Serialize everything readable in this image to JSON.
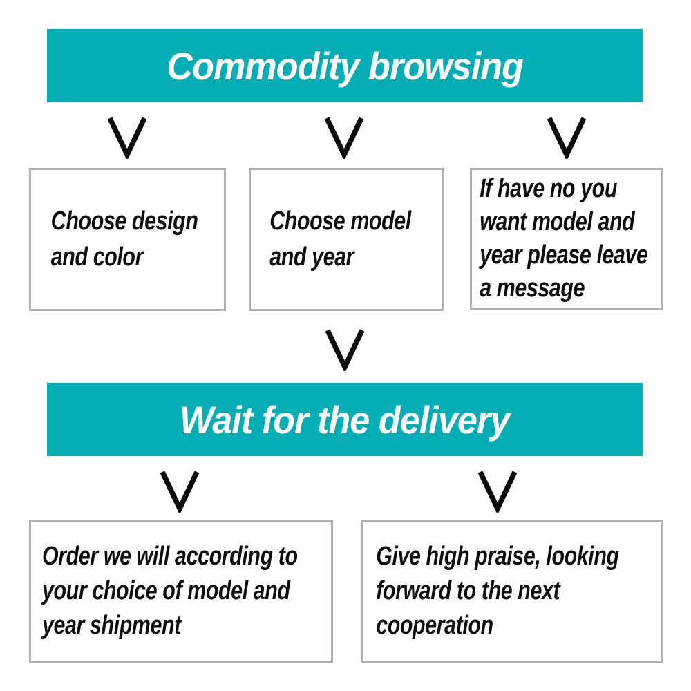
{
  "colors": {
    "teal": "#05aeb5",
    "banner_text": "#ffffff",
    "box_border": "#b0b0b0",
    "text_dark": "#0d0d0d",
    "arrow": "#0a0a0a"
  },
  "banners": {
    "top": "Commodity browsing",
    "middle": "Wait for the delivery"
  },
  "icons": {
    "arrow": "down-arrow-icon"
  },
  "flow": {
    "step1_boxes": [
      {
        "name": "choose-design-and-color",
        "lines": [
          "Choose design",
          "and color"
        ]
      },
      {
        "name": "choose-model-and-year",
        "lines": [
          "Choose model",
          "and year"
        ]
      },
      {
        "name": "no-model-leave-message",
        "lines": [
          "If have no you",
          "want model and",
          "year please leave",
          "a message"
        ]
      }
    ],
    "step2_boxes": [
      {
        "name": "order-shipment",
        "lines": [
          "Order we will according to",
          "your choice of model and",
          "year shipment"
        ]
      },
      {
        "name": "give-high-praise",
        "lines": [
          "Give high praise, looking",
          "forward to the next",
          "cooperation"
        ]
      }
    ]
  }
}
